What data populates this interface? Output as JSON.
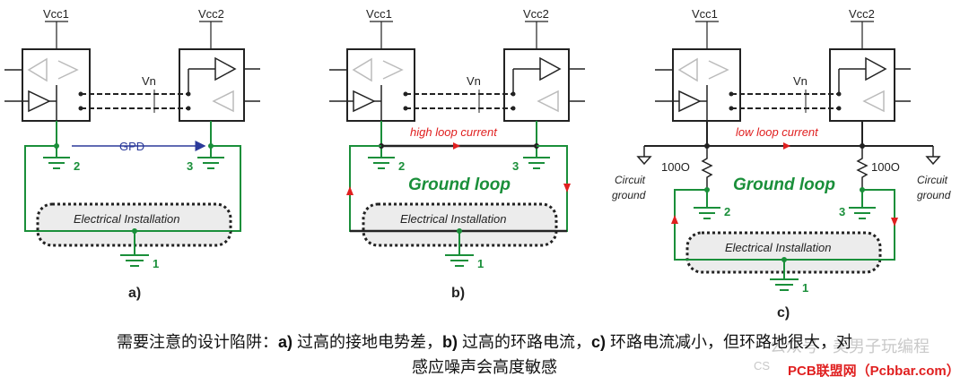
{
  "panels": [
    {
      "vcc1": "Vcc1",
      "vcc2": "Vcc2",
      "vn": "Vn",
      "gpd": "GPD",
      "gnd2": "2",
      "gnd3": "3",
      "gnd1": "1",
      "installation": "Electrical Installation",
      "label": "a)"
    },
    {
      "vcc1": "Vcc1",
      "vcc2": "Vcc2",
      "vn": "Vn",
      "current": "high loop current",
      "loop": "Ground loop",
      "gnd2": "2",
      "gnd3": "3",
      "gnd1": "1",
      "installation": "Electrical Installation",
      "label": "b)"
    },
    {
      "vcc1": "Vcc1",
      "vcc2": "Vcc2",
      "vn": "Vn",
      "current": "low loop current",
      "loop": "Ground loop",
      "r1": "100O",
      "r2": "100O",
      "circuit_ground_left": [
        "Circuit",
        "ground"
      ],
      "circuit_ground_right": [
        "Circuit",
        "ground"
      ],
      "gnd2": "2",
      "gnd3": "3",
      "gnd1": "1",
      "installation": "Electrical Installation",
      "label": "c)"
    }
  ],
  "caption": {
    "line1_a": "需要注意的设计陷阱：",
    "a": "a)",
    "line1_b": " 过高的接地电势差，",
    "b": "b)",
    "line1_c": " 过高的环路电流，",
    "c": "c)",
    "line1_d": " 环路电流减小，但环路地很大，对",
    "line2": "感应噪声会高度敏感"
  },
  "watermarks": {
    "w1": "CS",
    "w2": "PCB联盟网（Pcbbar.com）",
    "w3": "公众号 · 美男子玩编程"
  },
  "colors": {
    "green": "#1a8f3a",
    "red": "#e02020",
    "blue": "#2b3a9a"
  }
}
